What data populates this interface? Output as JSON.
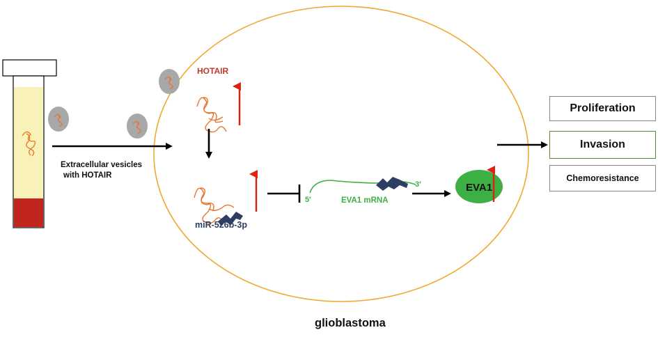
{
  "labels": {
    "vesicles_line1": "Extracellular vesicles",
    "vesicles_line2": "with HOTAIR",
    "hotair": "HOTAIR",
    "mir": "miR-526b-3p",
    "five_prime": "5′",
    "three_prime": "3′",
    "eva1_mrna": "EVA1 mRNA",
    "eva1": "EVA1",
    "cell_type": "glioblastoma"
  },
  "outcomes": [
    {
      "label": "Proliferation"
    },
    {
      "label": "Invasion"
    },
    {
      "label": "Chemoresistance"
    }
  ],
  "colors": {
    "cell_membrane": "#f0a830",
    "rna_strand": "#e8742a",
    "hotair_text": "#c0392b",
    "up_arrow": "#e02010",
    "mir_shape": "#2c3e62",
    "mrna_green": "#3cb043",
    "eva1_fill": "#3cb043",
    "vesicle_fill": "#a8a8a8",
    "tube_serum": "#f8f2b8",
    "tube_blood": "#c0261e",
    "invasion_border": "#5a8a2a"
  },
  "icons": [
    "blood-tube-icon",
    "vesicle-icon",
    "rna-strand-icon",
    "mirna-icon",
    "up-arrow-icon",
    "inhibition-icon"
  ]
}
